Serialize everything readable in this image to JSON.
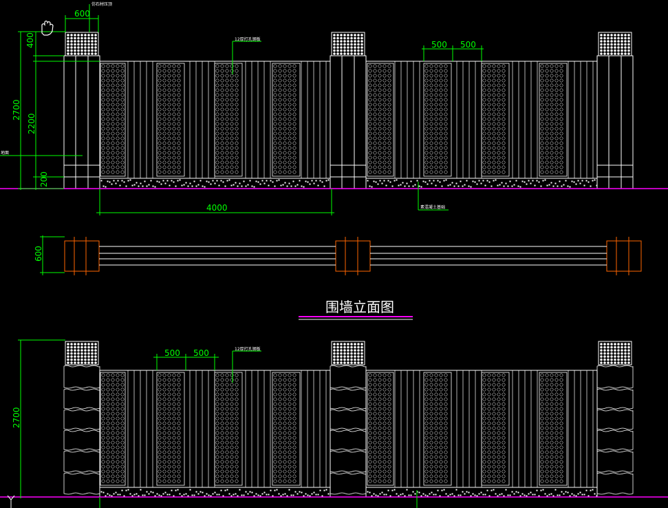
{
  "drawing": {
    "title": "围墙立面图",
    "colors": {
      "background": "#000000",
      "outline": "#ffffff",
      "dimension": "#00ff00",
      "ground": "#ff00ff",
      "section": "#ff6600"
    }
  },
  "elevation_top": {
    "note_pillar_cap": "仿石材压顶",
    "note_panel": "12厚打孔钢板",
    "note_bottom": "素混凝土基础",
    "note_left": "地面",
    "dim_pillar_width": "600",
    "dim_cap_height": "400",
    "dim_total_height": "2700",
    "dim_wall_height": "2200",
    "dim_base_height": "200",
    "dim_spacing_a": "500",
    "dim_spacing_b": "500",
    "dim_bay_width": "4000"
  },
  "plan": {
    "dim_depth": "600"
  },
  "elevation_bottom": {
    "note_panel": "12厚打孔钢板",
    "dim_spacing_a": "500",
    "dim_spacing_b": "500",
    "dim_total_height": "2700"
  },
  "ucs_icon": "ucs-y-axis-icon",
  "cursor_icon": "pan-hand-icon"
}
